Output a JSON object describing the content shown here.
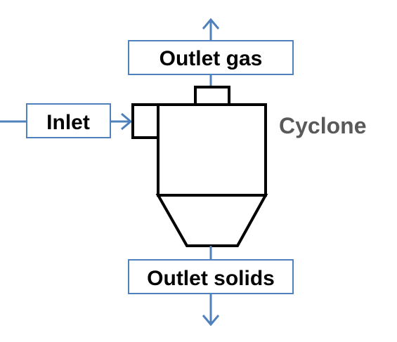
{
  "diagram": {
    "labels": {
      "outlet_gas": "Outlet gas",
      "inlet": "Inlet",
      "cyclone": "Cyclone",
      "outlet_solids": "Outlet solids"
    },
    "colors": {
      "arrow": "#4f81bd",
      "box_border": "#4f81bd",
      "vessel": "#000000",
      "label_text": "#000000",
      "cyclone_text": "#595959"
    },
    "icons": {
      "up_arrow": "arrow-up-icon",
      "down_arrow": "arrow-down-icon",
      "inlet_arrow": "arrow-right-icon"
    }
  }
}
